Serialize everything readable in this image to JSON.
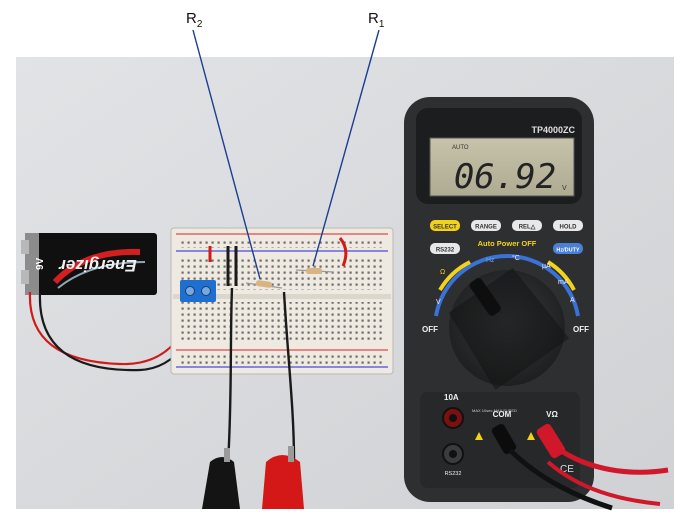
{
  "labels": {
    "r2": {
      "letter": "R",
      "sub": "2"
    },
    "r1": {
      "letter": "R",
      "sub": "1"
    }
  },
  "battery": {
    "brand": "Energizer",
    "voltage": "9V"
  },
  "multimeter": {
    "model": "TP4000ZC",
    "mode": "AUTO",
    "reading": "06.92",
    "unit": "V",
    "buttons": [
      "SELECT",
      "RANGE",
      "REL△",
      "HOLD",
      "RS232",
      "Hz/DUTY"
    ],
    "auto_power_off": "Auto Power OFF",
    "dial_labels": {
      "off_left": "OFF",
      "off_right": "OFF",
      "hz": "Hz",
      "temp": "°C",
      "ua": "µA",
      "ma": "mA",
      "a": "A",
      "v": "V",
      "ohm": "Ω"
    },
    "jacks": {
      "ten_a": "10A",
      "com": "COM",
      "vohm": "VΩ",
      "rs232": "RS232",
      "fused_note": "MAX 10sec MAX FUSED",
      "ce": "CE"
    }
  },
  "colors": {
    "background": "#d7d9dc",
    "meter_body": "#2d2f31",
    "lcd": "#b9b69c",
    "breadboard": "#eeeae2",
    "red_wire": "#d11a1a",
    "black_wire": "#1a1a1a",
    "select_button": "#f2d21a"
  }
}
